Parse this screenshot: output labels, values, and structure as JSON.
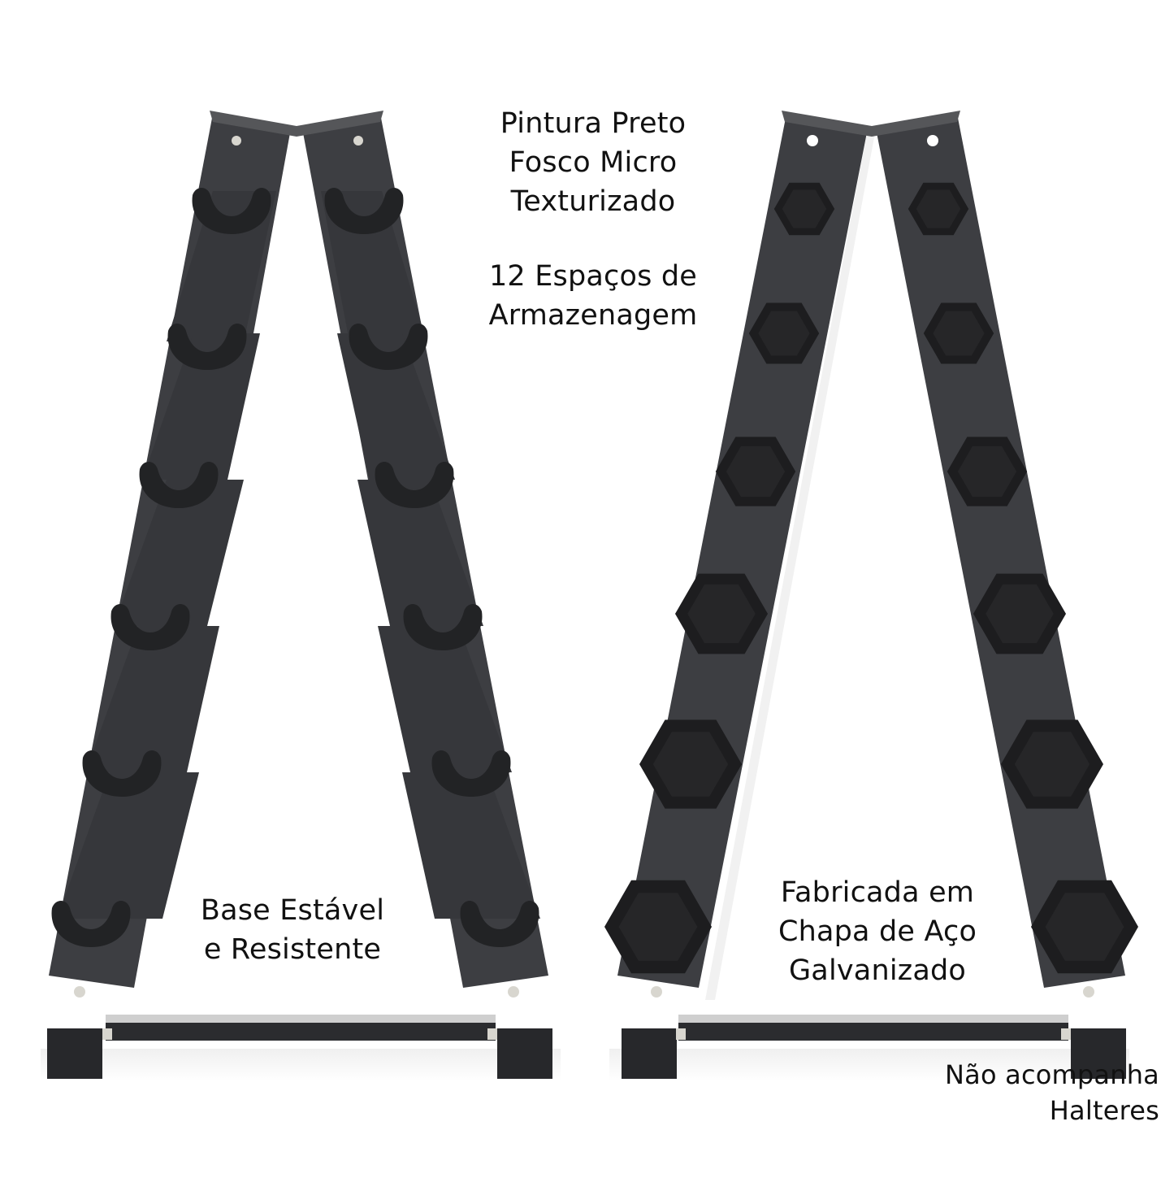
{
  "captions": {
    "paint": [
      "Pintura Preto",
      "Fosco Micro",
      "Texturizado"
    ],
    "spaces": [
      "12 Espaços de",
      "Armazenagem"
    ],
    "base": [
      "Base Estável",
      "e Resistente"
    ],
    "steel": [
      "Fabricada em",
      "Chapa de Aço",
      "Galvanizado"
    ],
    "note": [
      "Não acompanha",
      "Halteres"
    ]
  },
  "products": [
    {
      "name": "empty-rack",
      "view": "rack without dumbbells",
      "hook_count": 12
    },
    {
      "name": "loaded-rack",
      "view": "rack with hex dumbbells",
      "dumbbell_count": 12
    }
  ],
  "colors": {
    "frame": "#3d3e42",
    "frame_dark": "#2a2b2e",
    "cradle": "#232426",
    "dumbbell": "#1f1f21",
    "background": "#ffffff",
    "text": "#111111"
  }
}
